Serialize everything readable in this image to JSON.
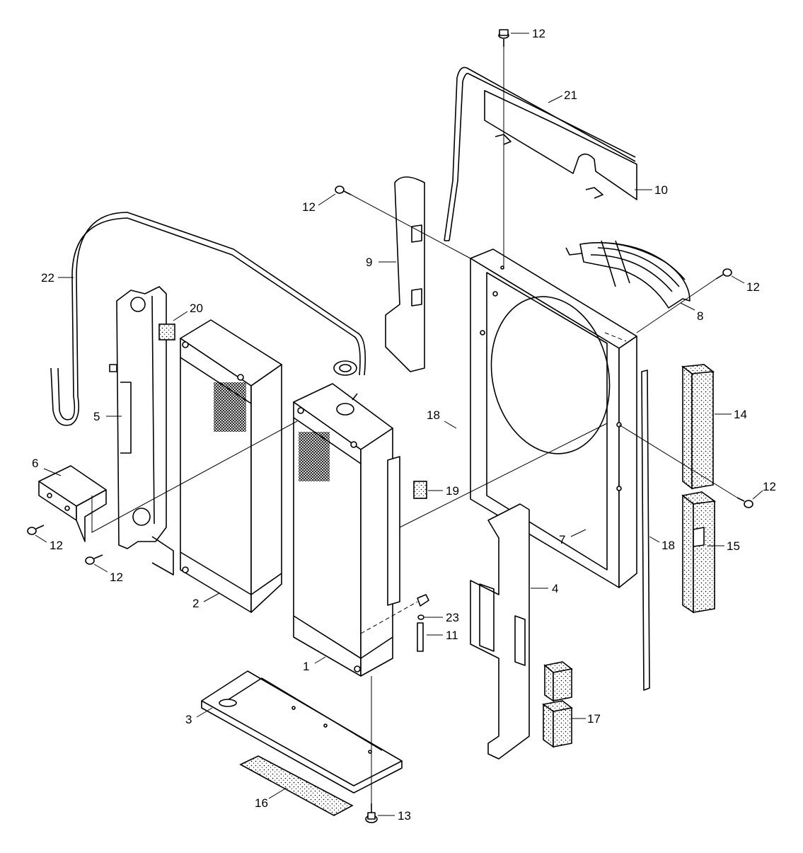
{
  "callouts": {
    "c1": "1",
    "c2": "2",
    "c3": "3",
    "c4": "4",
    "c5": "5",
    "c6": "6",
    "c7": "7",
    "c8": "8",
    "c9": "9",
    "c10": "10",
    "c11": "11",
    "c12a": "12",
    "c12b": "12",
    "c12c": "12",
    "c12d": "12",
    "c12e": "12",
    "c12f": "12",
    "c13": "13",
    "c14": "14",
    "c15": "15",
    "c16": "16",
    "c17": "17",
    "c18a": "18",
    "c18b": "18",
    "c19": "19",
    "c20": "20",
    "c21": "21",
    "c22": "22",
    "c23": "23"
  }
}
